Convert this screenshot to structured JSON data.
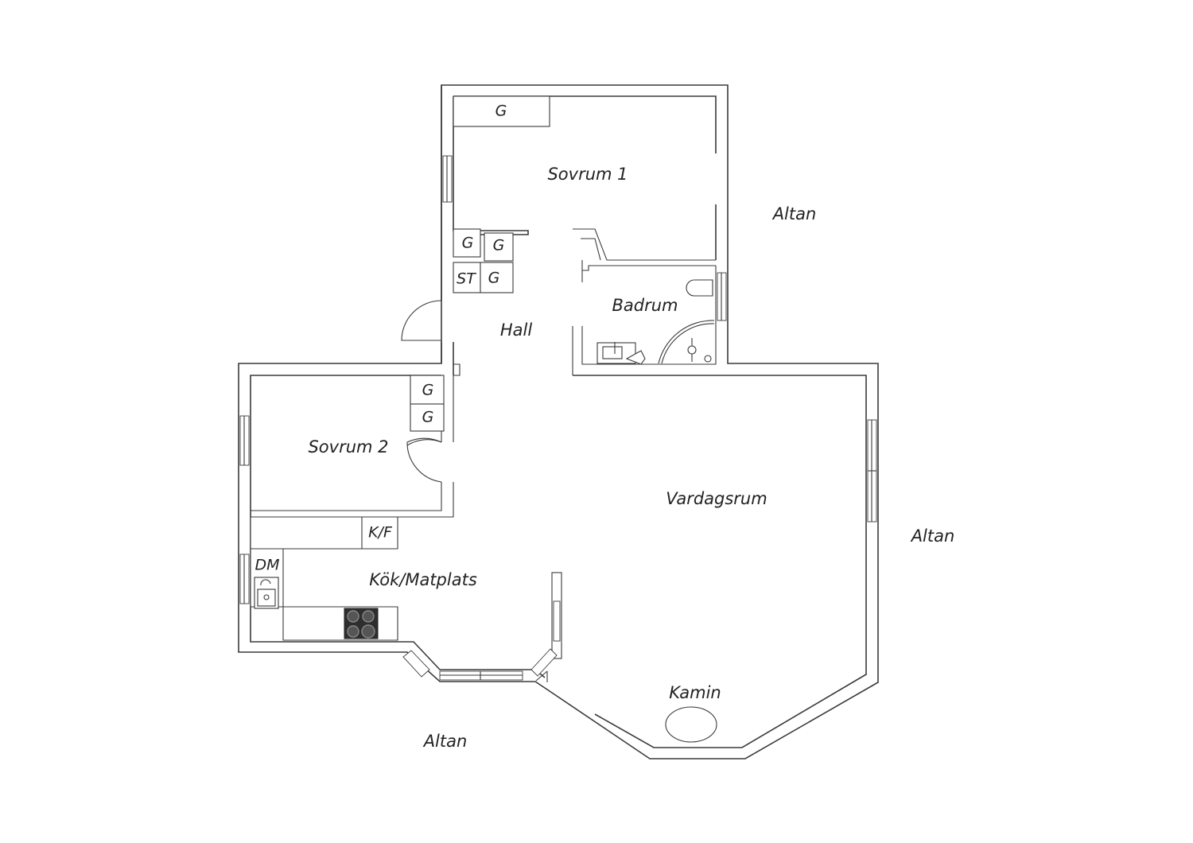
{
  "rooms": {
    "sovrum1": "Sovrum 1",
    "sovrum2": "Sovrum 2",
    "hall": "Hall",
    "badrum": "Badrum",
    "vardagsrum": "Vardagsrum",
    "kok": "Kök/Matplats",
    "kamin": "Kamin"
  },
  "outdoor": {
    "altan_ne": "Altan",
    "altan_e": "Altan",
    "altan_s": "Altan"
  },
  "fixtures": {
    "g1": "G",
    "g2": "G",
    "g3": "G",
    "g4": "G",
    "g5": "G",
    "g6": "G",
    "st": "ST",
    "kf": "K/F",
    "dm": "DM"
  }
}
